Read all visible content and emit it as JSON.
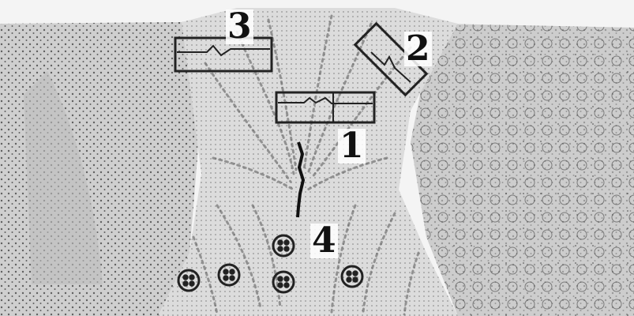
{
  "figure": {
    "labels": [
      {
        "id": "1",
        "text": "1"
      },
      {
        "id": "2",
        "text": "2"
      },
      {
        "id": "3",
        "text": "3"
      },
      {
        "id": "4",
        "text": "4"
      }
    ],
    "colors": {
      "background": "#f4f4f4",
      "gray_region": "#c9c9c9",
      "stipple": "#3a3a3a",
      "outline": "#222222"
    }
  }
}
